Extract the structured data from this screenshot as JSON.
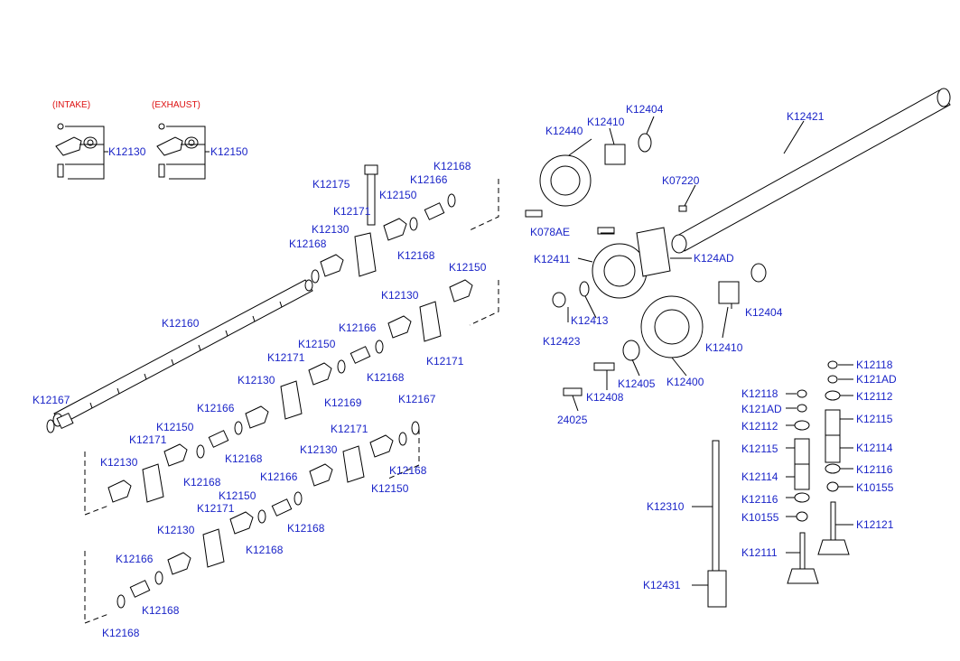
{
  "headers": {
    "intake": "(INTAKE)",
    "exhaust": "(EXHAUST)"
  },
  "labels": [
    "K12130",
    "K12150",
    "K12175",
    "K12171",
    "K12150",
    "K12166",
    "K12168",
    "K12130",
    "K12168",
    "K12168",
    "K12160",
    "K12150",
    "K12130",
    "K12166",
    "K12150",
    "K12171",
    "K12168",
    "K12169",
    "K12171",
    "K12130",
    "K12166",
    "K12150",
    "K12168",
    "K12171",
    "K12167",
    "K12171",
    "K12130",
    "K12168",
    "K12167",
    "K12130",
    "K12168",
    "K12150",
    "K12166",
    "K12150",
    "K12171",
    "K12168",
    "K12130",
    "K12168",
    "K12166",
    "K12168",
    "K12168",
    "K12440",
    "K12410",
    "K12404",
    "K12421",
    "K07220",
    "K078AE",
    "K12411",
    "K124AD",
    "K12413",
    "K12423",
    "K12404",
    "K12410",
    "K12405",
    "K12408",
    "K12400",
    "24025",
    "K12118",
    "K121AD",
    "K12118",
    "K12112",
    "K121AD",
    "K12115",
    "K12112",
    "K12114",
    "K12115",
    "K12116",
    "K12114",
    "K10155",
    "K12116",
    "K12310",
    "K12121",
    "K10155",
    "K12111",
    "K12431"
  ]
}
